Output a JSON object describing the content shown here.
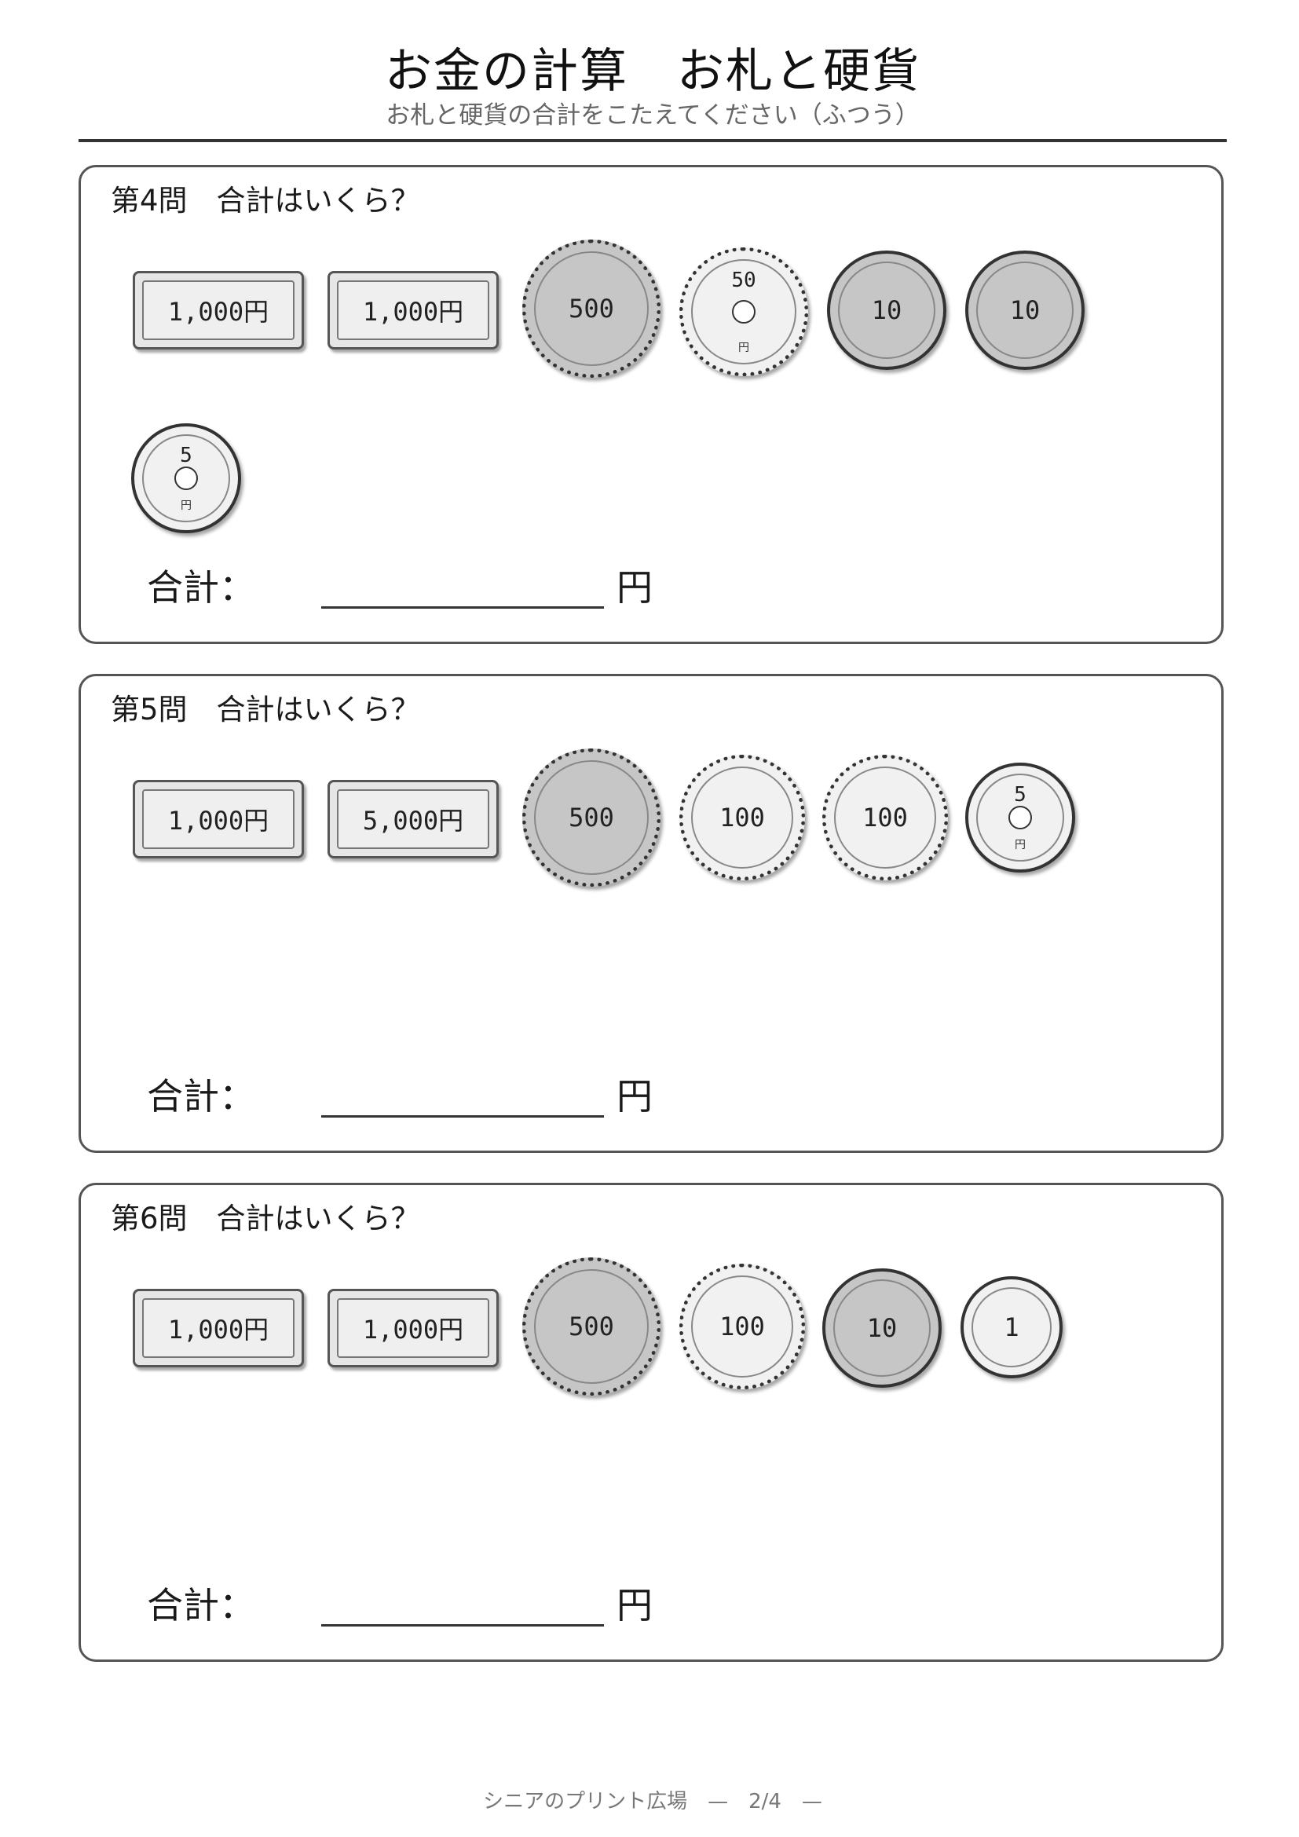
{
  "header": {
    "title": "お金の計算　お札と硬貨",
    "subtitle": "お札と硬貨の合計をこたえてください（ふつう）"
  },
  "problems": [
    {
      "title": "第4問　合計はいくら？",
      "total_label": "合計：",
      "yen": "円",
      "items": [
        {
          "kind": "bill",
          "label": "1,000円"
        },
        {
          "kind": "bill",
          "label": "1,000円"
        },
        {
          "kind": "coin",
          "value": "500"
        },
        {
          "kind": "coin",
          "value": "50",
          "unit": "円"
        },
        {
          "kind": "coin",
          "value": "10"
        },
        {
          "kind": "coin",
          "value": "10"
        },
        {
          "kind": "coin",
          "value": "5",
          "unit": "円"
        }
      ]
    },
    {
      "title": "第5問　合計はいくら？",
      "total_label": "合計：",
      "yen": "円",
      "items": [
        {
          "kind": "bill",
          "label": "1,000円"
        },
        {
          "kind": "bill",
          "label": "5,000円"
        },
        {
          "kind": "coin",
          "value": "500"
        },
        {
          "kind": "coin",
          "value": "100"
        },
        {
          "kind": "coin",
          "value": "100"
        },
        {
          "kind": "coin",
          "value": "5",
          "unit": "円"
        }
      ]
    },
    {
      "title": "第6問　合計はいくら？",
      "total_label": "合計：",
      "yen": "円",
      "items": [
        {
          "kind": "bill",
          "label": "1,000円"
        },
        {
          "kind": "bill",
          "label": "1,000円"
        },
        {
          "kind": "coin",
          "value": "500"
        },
        {
          "kind": "coin",
          "value": "100"
        },
        {
          "kind": "coin",
          "value": "10"
        },
        {
          "kind": "coin",
          "value": "1"
        }
      ]
    }
  ],
  "footer": {
    "text": "シニアのプリント広場　—　2/4　—"
  }
}
